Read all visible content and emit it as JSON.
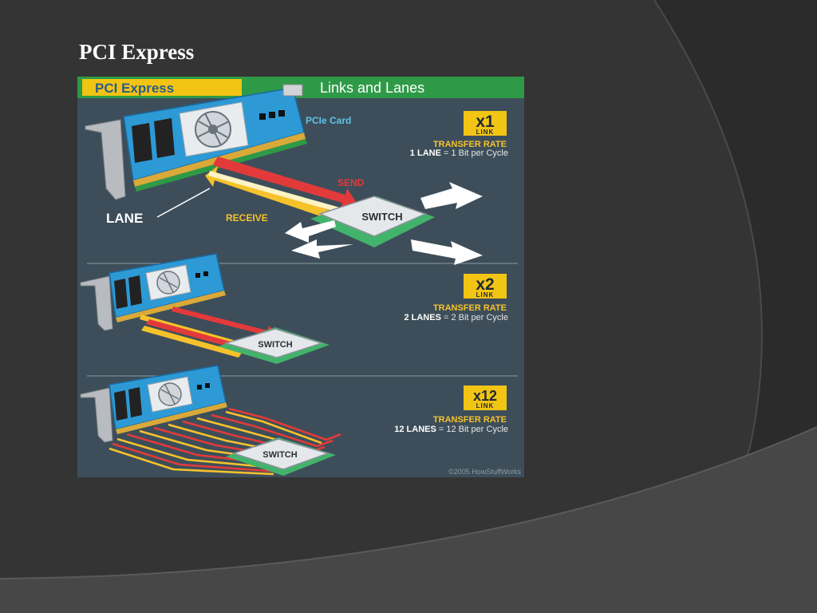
{
  "slide": {
    "title": "PCI Express"
  },
  "figure": {
    "header_left": "PCI Express",
    "header_right": "Links and Lanes",
    "card_label": "PCIe Card",
    "lane_label": "LANE",
    "send_label": "SEND",
    "receive_label": "RECEIVE",
    "switch_label": "SWITCH",
    "link_word": "LINK",
    "transfer_rate_label": "TRANSFER RATE",
    "copyright": "©2005 HowStuffWorks",
    "sections": [
      {
        "badge": "x1",
        "lanes_bold": "1 LANE",
        "rate_text": "= 1 Bit per Cycle"
      },
      {
        "badge": "x2",
        "lanes_bold": "2 LANES",
        "rate_text": "= 2 Bit per Cycle"
      },
      {
        "badge": "x12",
        "lanes_bold": "12 LANES",
        "rate_text": "= 12 Bit per Cycle"
      }
    ]
  },
  "colors": {
    "slide_background": "#343434",
    "panel_background": "#3d4e5a",
    "header_green": "#2e9a47",
    "badge_yellow": "#f2c414",
    "send_red": "#e23a3a",
    "receive_yellow": "#f6c22c",
    "card_blue": "#2d9ad6",
    "label_cyan": "#5fc3e8"
  }
}
